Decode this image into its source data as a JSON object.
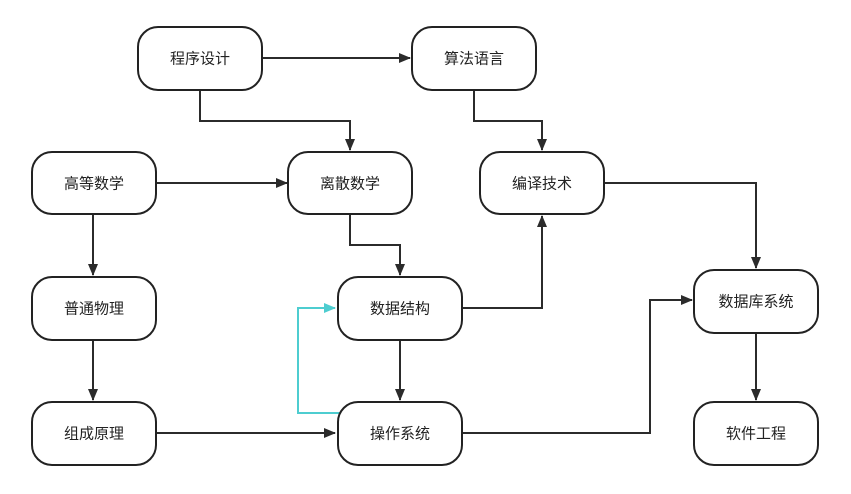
{
  "nodes": {
    "programming": "程序设计",
    "algorithm_language": "算法语言",
    "advanced_math": "高等数学",
    "discrete_math": "离散数学",
    "compiler_tech": "编译技术",
    "general_physics": "普通物理",
    "data_structures": "数据结构",
    "database_systems": "数据库系统",
    "computer_organization": "组成原理",
    "operating_systems": "操作系统",
    "software_engineering": "软件工程"
  },
  "colors": {
    "node_stroke": "#222222",
    "edge": "#2b2b2b",
    "highlight_edge": "#4ecdd0"
  }
}
